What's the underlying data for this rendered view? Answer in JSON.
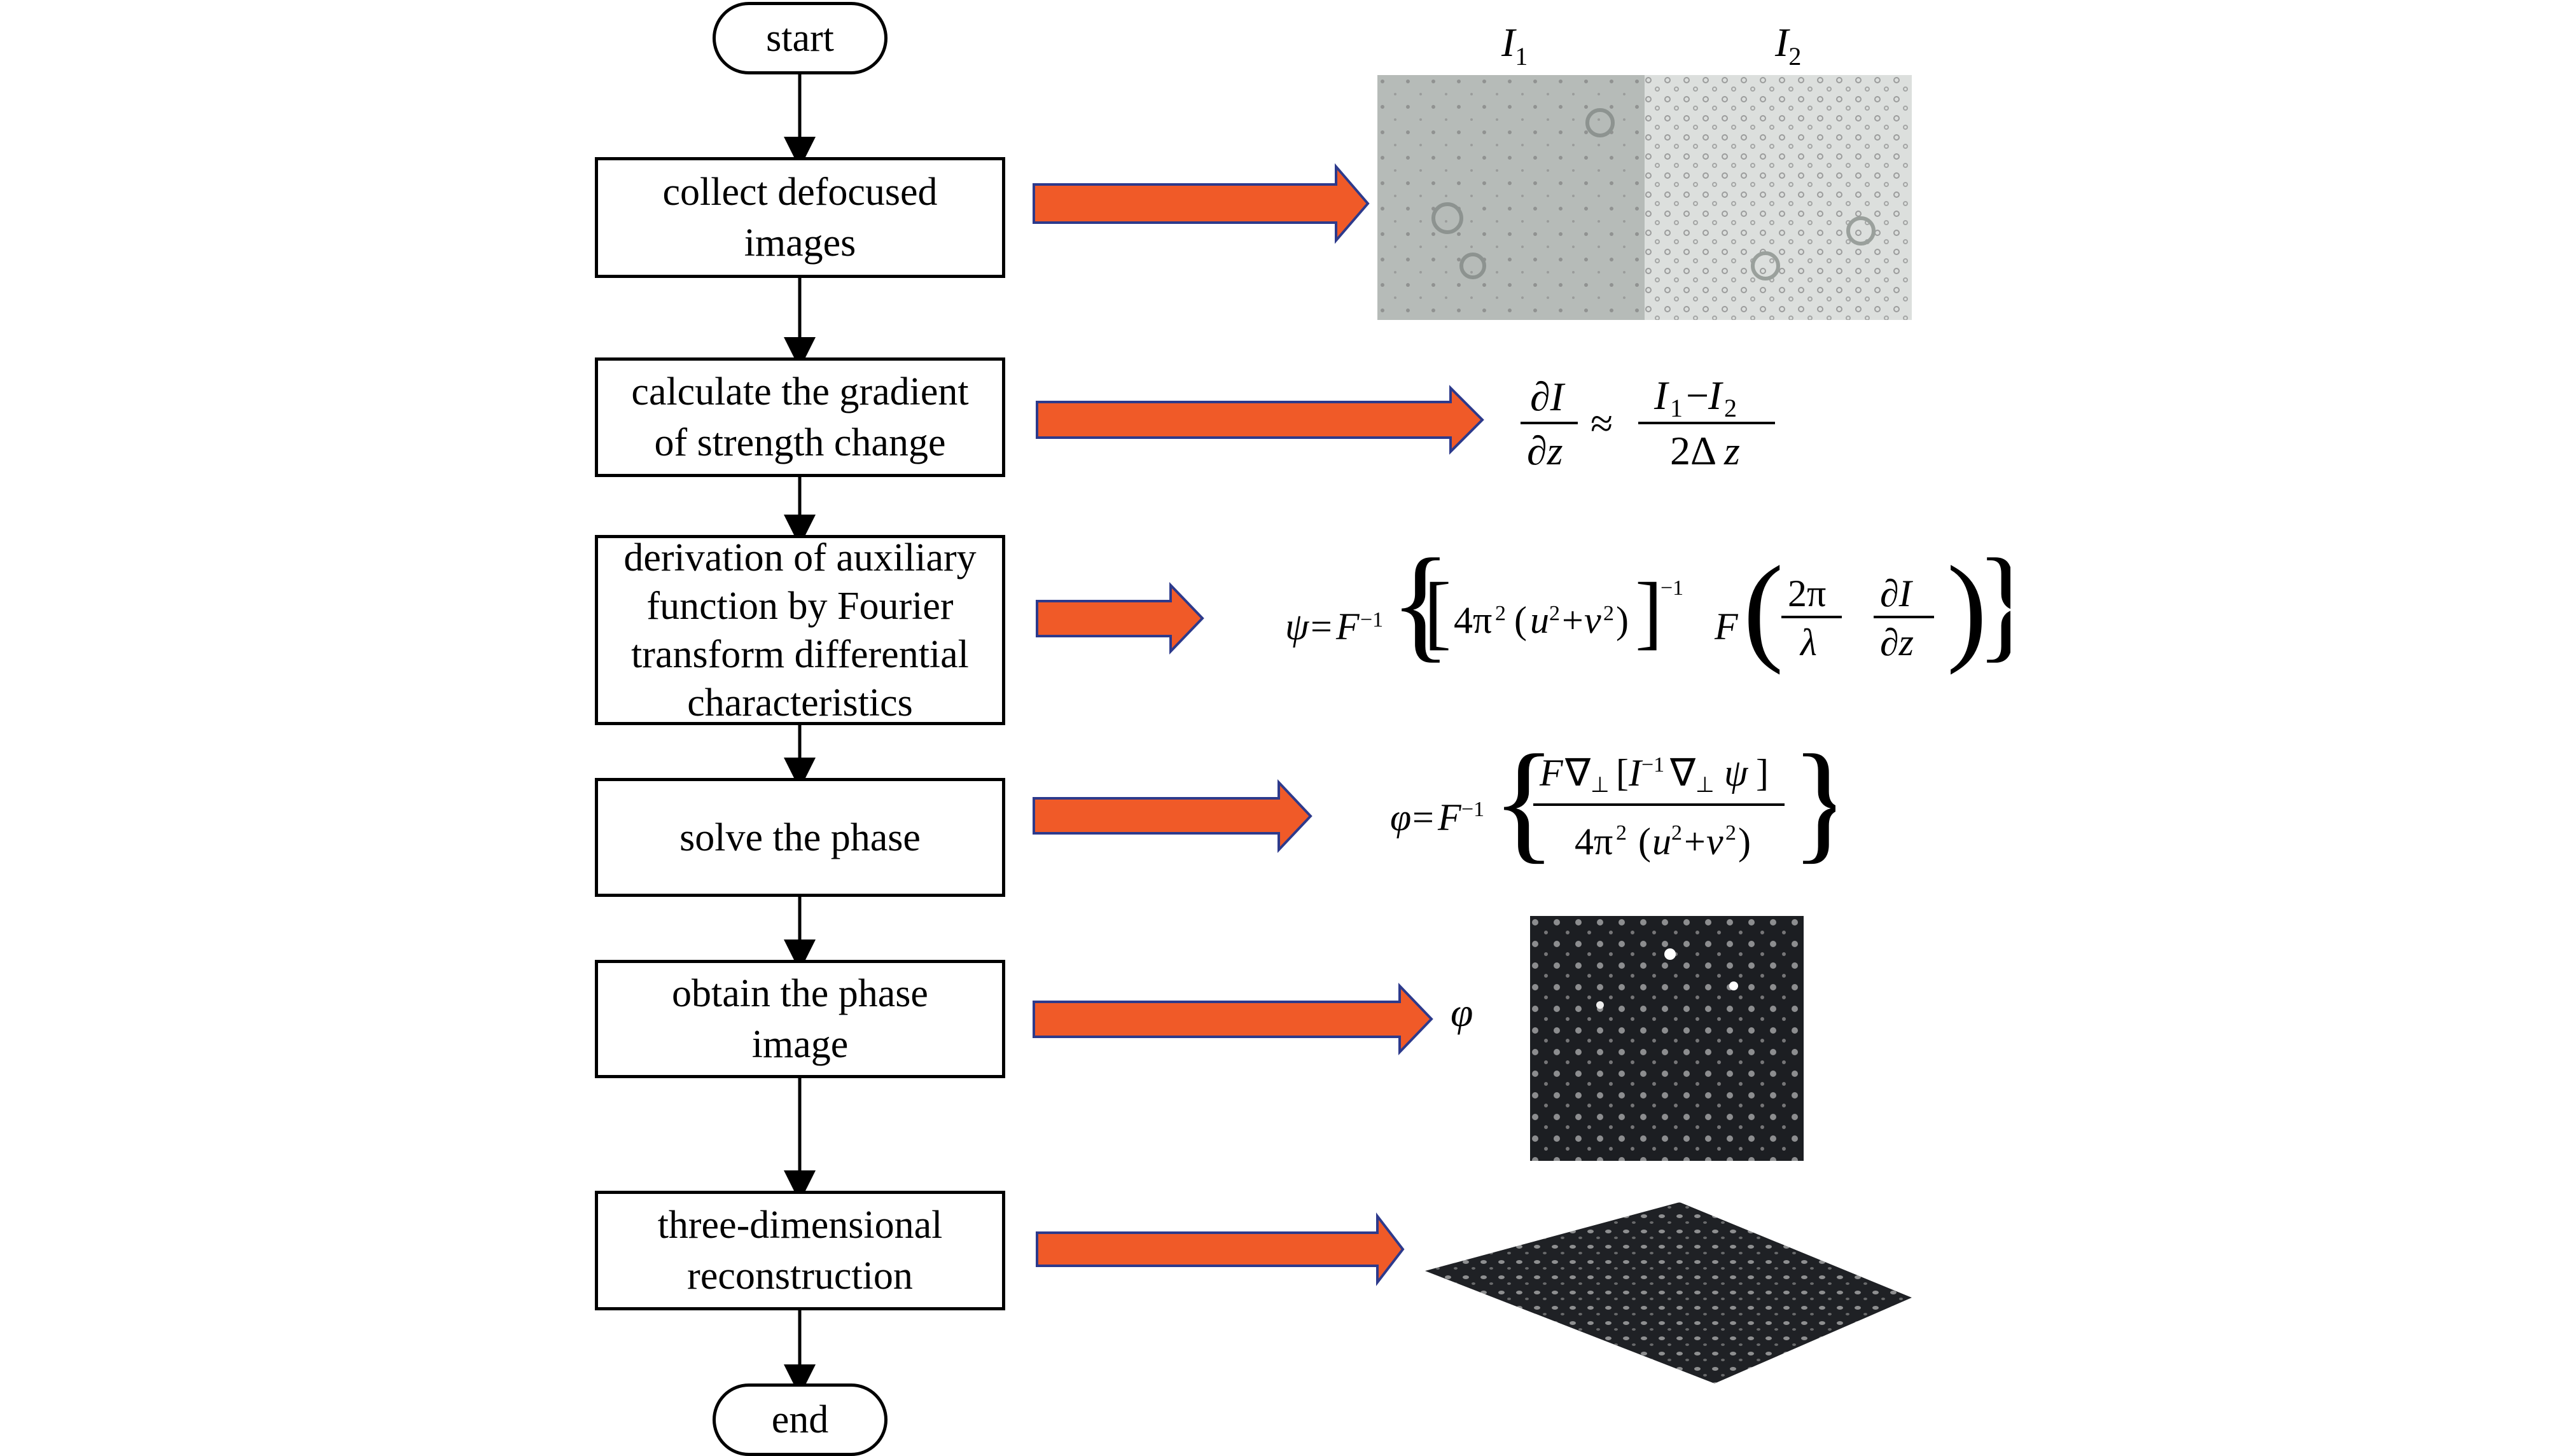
{
  "flowchart": {
    "start": "start",
    "end": "end",
    "steps": [
      {
        "id": "collect",
        "lines": [
          "collect defocused",
          "images"
        ]
      },
      {
        "id": "gradient",
        "lines": [
          "calculate the gradient",
          "of strength change"
        ]
      },
      {
        "id": "auxiliary",
        "lines": [
          "derivation of auxiliary",
          "function by Fourier",
          "transform differential",
          "characteristics"
        ]
      },
      {
        "id": "solve",
        "lines": [
          "solve the phase"
        ]
      },
      {
        "id": "obtain",
        "lines": [
          "obtain the phase",
          "image"
        ]
      },
      {
        "id": "reconstruct",
        "lines": [
          "three-dimensional",
          "reconstruction"
        ]
      }
    ]
  },
  "results": {
    "image_labels": {
      "i1": "I",
      "i1_sub": "1",
      "i2": "I",
      "i2_sub": "2"
    },
    "phase_symbol": "φ",
    "equations": {
      "gradient": "∂I/∂z ≈ (I1−I2)/(2Δz)",
      "auxiliary": "ψ=F⁻¹{[4π²(u²+v²)]⁻¹ F(2π/λ ∂I/∂z)}",
      "phase": "φ=F⁻¹{F∇⊥[I⁻¹∇⊥ψ] / 4π²(u²+v²)}"
    }
  },
  "colors": {
    "arrow_fill": "#f05a28",
    "arrow_stroke": "#2d3a8c",
    "connector": "#000000"
  }
}
